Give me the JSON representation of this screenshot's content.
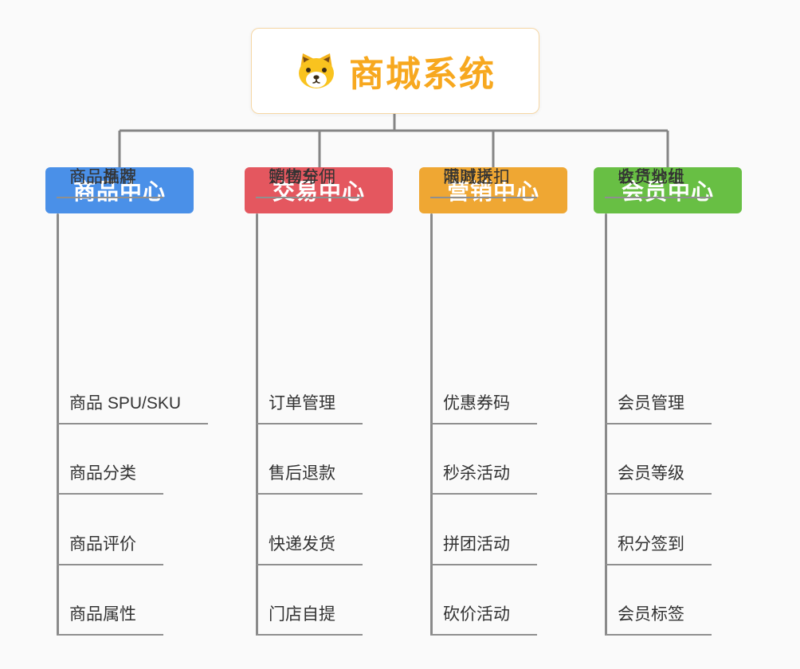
{
  "root": {
    "title": "商城系统",
    "icon": "dog-icon",
    "title_color": "#f7a81f",
    "border_color": "#f6d7a5"
  },
  "line_color": "#858585",
  "branches": [
    {
      "label": "商品中心",
      "color": "#4a90e8",
      "items": [
        "商品 SPU/SKU",
        "商品分类",
        "商品评价",
        "商品属性",
        "商品推荐",
        "商品品牌"
      ]
    },
    {
      "label": "交易中心",
      "color": "#e4575f",
      "items": [
        "订单管理",
        "售后退款",
        "快递发货",
        "门店自提",
        "购物车",
        "销售分佣"
      ]
    },
    {
      "label": "营销中心",
      "color": "#efa733",
      "items": [
        "优惠券码",
        "秒杀活动",
        "拼团活动",
        "砍价活动",
        "限时折扣",
        "满减送"
      ]
    },
    {
      "label": "会员中心",
      "color": "#68bf44",
      "items": [
        "会员管理",
        "会员等级",
        "积分签到",
        "会员标签",
        "会员分组",
        "收货地址"
      ]
    }
  ]
}
